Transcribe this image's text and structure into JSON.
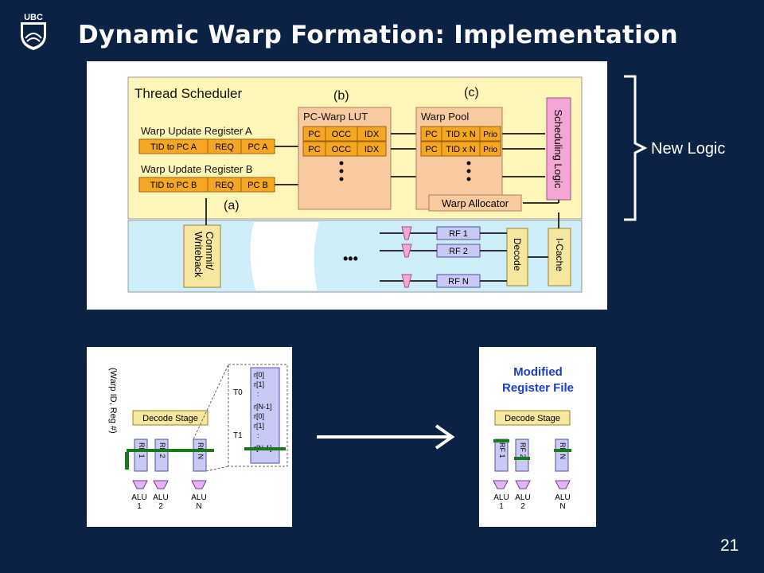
{
  "slide": {
    "title": "Dynamic Warp Formation: Implementation",
    "page_number": "21",
    "logo_text": "UBC",
    "callout": "New Logic"
  },
  "top_diagram": {
    "thread_scheduler": "Thread Scheduler",
    "label_a": "(a)",
    "label_b": "(b)",
    "label_c": "(c)",
    "wur_a": "Warp Update Register A",
    "wur_b": "Warp Update Register B",
    "wur_a_cells": [
      "TID to PC A",
      "REQ",
      "PC A"
    ],
    "wur_b_cells": [
      "TID to PC B",
      "REQ",
      "PC B"
    ],
    "lut_title": "PC-Warp LUT",
    "lut_cells": [
      "PC",
      "OCC",
      "IDX"
    ],
    "pool_title": "Warp Pool",
    "pool_cells": [
      "PC",
      "TID x N",
      "Prio"
    ],
    "scheduling_logic": "Scheduling Logic",
    "warp_allocator": "Warp Allocator",
    "commit": "Commit/",
    "writeback": "Writeback",
    "rf_labels": [
      "RF 1",
      "RF 2",
      "RF N"
    ],
    "decode": "Decode",
    "icache": "I-Cache",
    "ellipsis": "•••"
  },
  "bottom_left": {
    "warp_label": "(Warp ID, Reg #)",
    "decode_stage": "Decode Stage",
    "rf_labels": [
      "RF 1",
      "RF 2",
      "RF N"
    ],
    "alu_labels": [
      "ALU",
      "ALU",
      "ALU"
    ],
    "alu_nums": [
      "1",
      "2",
      "N"
    ],
    "reg_labels": [
      "r[0]",
      "r[1]",
      ":",
      "r[N-1]",
      "r[0]",
      "r[1]",
      ":",
      "r[N-1]"
    ],
    "thread_labels": [
      "T0",
      "T1"
    ]
  },
  "bottom_right": {
    "caption_line1": "Modified",
    "caption_line2": "Register File",
    "decode_stage": "Decode Stage",
    "rf_labels": [
      "RF 1",
      "RF 2",
      "RF N"
    ],
    "alu_labels": [
      "ALU",
      "ALU",
      "ALU"
    ],
    "alu_nums": [
      "1",
      "2",
      "N"
    ]
  },
  "colors": {
    "background": "#0b2244",
    "scheduler_fill": "#fdf6b8",
    "pipeline_fill": "#cdeef8",
    "cell_orange": "#f5a623",
    "lut_fill": "#f9c9a0",
    "rf_fill": "#c9c9f5",
    "scheduling_fill": "#f4a6d6",
    "caption_blue": "#1a3ccf",
    "green_bar": "#1a7a1a"
  }
}
